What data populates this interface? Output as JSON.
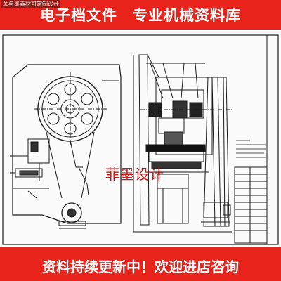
{
  "banner_top": {
    "title": "电子档文件　专业机械资料库",
    "watermark": "菲与墨素材可定制设计"
  },
  "watermark_center": "菲墨设计",
  "banner_bottom": {
    "title": "资料持续更新中！欢迎进店咨询"
  },
  "colors": {
    "banner": "#e8231b",
    "stamp": "#c81414",
    "line": "#1a1a1a"
  }
}
